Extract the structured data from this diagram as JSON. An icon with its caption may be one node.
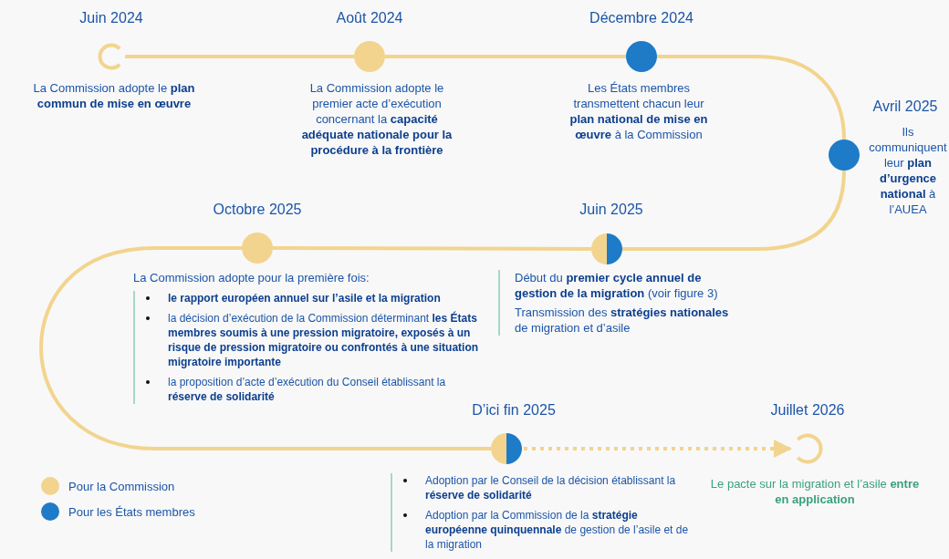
{
  "diagram": {
    "nodes": [
      {
        "text": [
          "Juin 2024"
        ],
        "beside": [
          "La Commission adopte le **plan commun de mise en œuvre**"
        ]
      },
      {
        "text": [
          "Août 2024"
        ],
        "beside": [
          "La Commission adopte le premier acte d’exécution concernant la **capacité adéquate nationale pour la procédure à la frontière**"
        ]
      },
      {
        "text": [
          "Décembre 2024"
        ],
        "beside": [
          "Les États membres transmettent chacun leur **plan national de mise en œuvre** à la Commission"
        ]
      },
      {
        "text": [
          "Avril 2025"
        ],
        "beside": [
          "Ils communiquent leur **plan d’urgence national** à l’AUEA"
        ]
      },
      {
        "text": [
          "Juin 2025"
        ],
        "beside": [
          "Début du **premier cycle annuel de gestion de la migration** (voir figure 3)",
          "Transmission des **stratégies nationales** de migration et d’asile"
        ]
      },
      {
        "text": [
          "Octobre 2025"
        ],
        "beside": [
          "La Commission adopte pour la première fois:",
          "le rapport européen annuel sur l’asile et la migration",
          "la décision d’exécution de la Commission déterminant **les États membres soumis à une pression migratoire, exposés à un risque de pression migratoire ou confrontés à une situation migratoire importante**",
          "la proposition d’acte d’exécution du Conseil établissant la **réserve de solidarité**"
        ]
      },
      {
        "text": [
          "D’ici fin 2025"
        ],
        "beside": [
          "Adoption par le Conseil de la décision établissant la **réserve de solidarité**",
          "Adoption par la Commission de la **stratégie européenne quinquennale** de gestion de l’asile et de la migration"
        ]
      },
      {
        "text": [
          "Juillet 2026"
        ],
        "beside": [
          "Le pacte sur la migration et l’asile **entre en application**"
        ]
      }
    ],
    "edges": [
      {
        "from": 0,
        "to": 1,
        "arrow": "none"
      },
      {
        "from": 1,
        "to": 2,
        "arrow": "none"
      },
      {
        "from": 2,
        "to": 3,
        "arrow": "none"
      },
      {
        "from": 3,
        "to": 4,
        "arrow": "none"
      },
      {
        "from": 4,
        "to": 5,
        "arrow": "none"
      },
      {
        "from": 5,
        "to": 6,
        "arrow": "none"
      },
      {
        "from": 6,
        "to": 7,
        "arrow": "to",
        "style": "dashed"
      }
    ],
    "legend": [
      {
        "text": "Pour la Commission",
        "color": "#f2d48e"
      },
      {
        "text": "Pour les États membres",
        "color": "#1e7bc8"
      }
    ]
  }
}
